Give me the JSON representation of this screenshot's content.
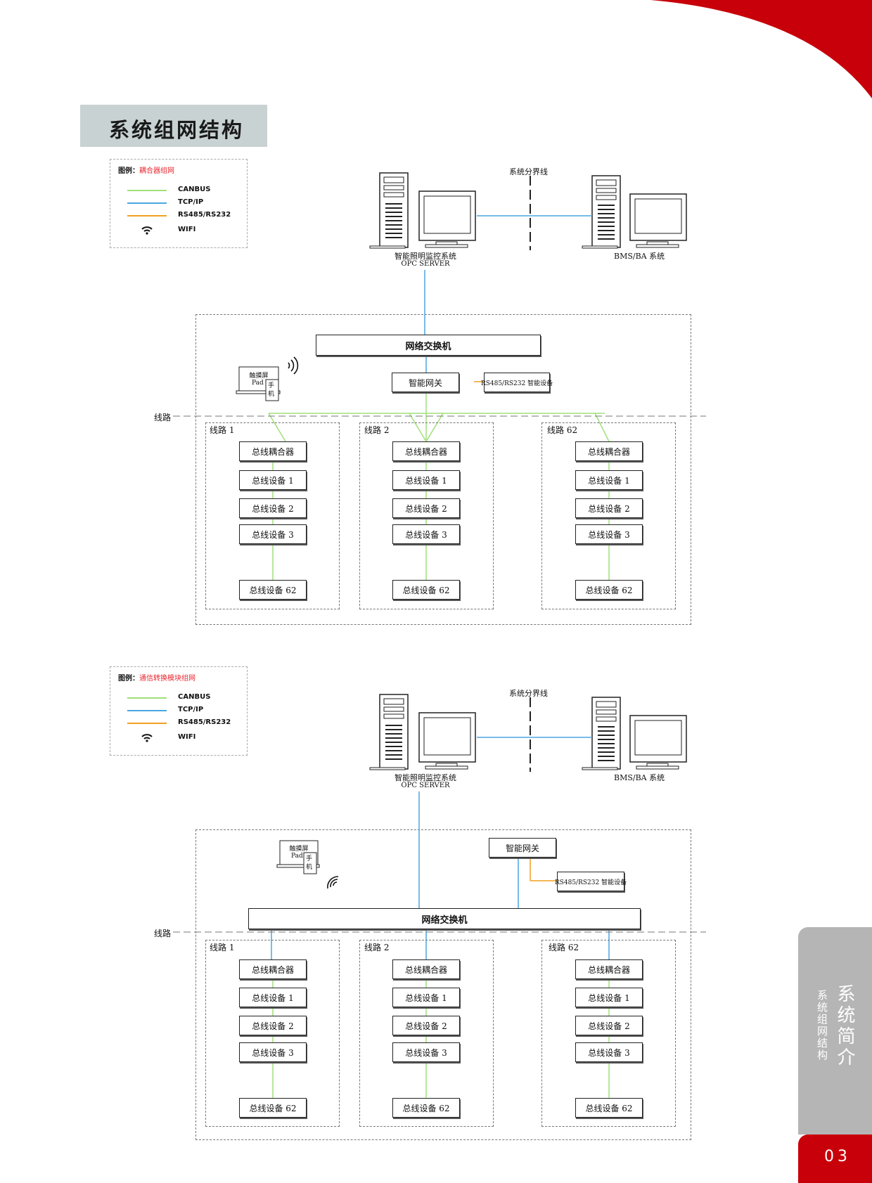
{
  "page_title": "系统组网结构",
  "legend_colors": {
    "canbus": "#9fe07a",
    "tcpip": "#4aa6e0",
    "rs485": "#f0a020"
  },
  "diagram1": {
    "legend_prefix": "图例：",
    "legend_title": "耦合器组网",
    "legend_items": [
      "CANBUS",
      "TCP/IP",
      "RS485/RS232",
      "WIFI"
    ],
    "boundary_label": "系统分界线",
    "server_label_1": "智能照明监控系统",
    "server_label_2": "OPC SERVER",
    "bms_label": "BMS/BA 系统",
    "switch_label": "网络交换机",
    "gateway_label": "智能网关",
    "rs_device_label": "RS485/RS232 智能设备",
    "touch_label": "触摸屏",
    "pad_label": "Pad",
    "phone_label": "手机",
    "line_axis_label": "线路",
    "lines": [
      {
        "title": "线路 1",
        "devices": [
          "总线耦合器",
          "总线设备 1",
          "总线设备 2",
          "总线设备 3",
          "总线设备 62"
        ]
      },
      {
        "title": "线路 2",
        "devices": [
          "总线耦合器",
          "总线设备 1",
          "总线设备 2",
          "总线设备 3",
          "总线设备 62"
        ]
      },
      {
        "title": "线路 62",
        "devices": [
          "总线耦合器",
          "总线设备 1",
          "总线设备 2",
          "总线设备 3",
          "总线设备 62"
        ]
      }
    ]
  },
  "diagram2": {
    "legend_prefix": "图例：",
    "legend_title": "通信转换模块组网",
    "legend_items": [
      "CANBUS",
      "TCP/IP",
      "RS485/RS232",
      "WIFI"
    ],
    "boundary_label": "系统分界线",
    "server_label_1": "智能照明监控系统",
    "server_label_2": "OPC SERVER",
    "bms_label": "BMS/BA 系统",
    "switch_label": "网络交换机",
    "gateway_label": "智能网关",
    "rs_device_label": "RS485/RS232 智能设备",
    "touch_label": "触摸屏",
    "pad_label": "Pad",
    "phone_label": "手机",
    "line_axis_label": "线路",
    "lines": [
      {
        "title": "线路 1",
        "devices": [
          "总线耦合器",
          "总线设备 1",
          "总线设备 2",
          "总线设备 3",
          "总线设备 62"
        ]
      },
      {
        "title": "线路 2",
        "devices": [
          "总线耦合器",
          "总线设备 1",
          "总线设备 2",
          "总线设备 3",
          "总线设备 62"
        ]
      },
      {
        "title": "线路 62",
        "devices": [
          "总线耦合器",
          "总线设备 1",
          "总线设备 2",
          "总线设备 3",
          "总线设备 62"
        ]
      }
    ]
  },
  "sidebar": {
    "section_title": "系统简介",
    "section_sub": "系统组网结构",
    "page_number": "03"
  }
}
